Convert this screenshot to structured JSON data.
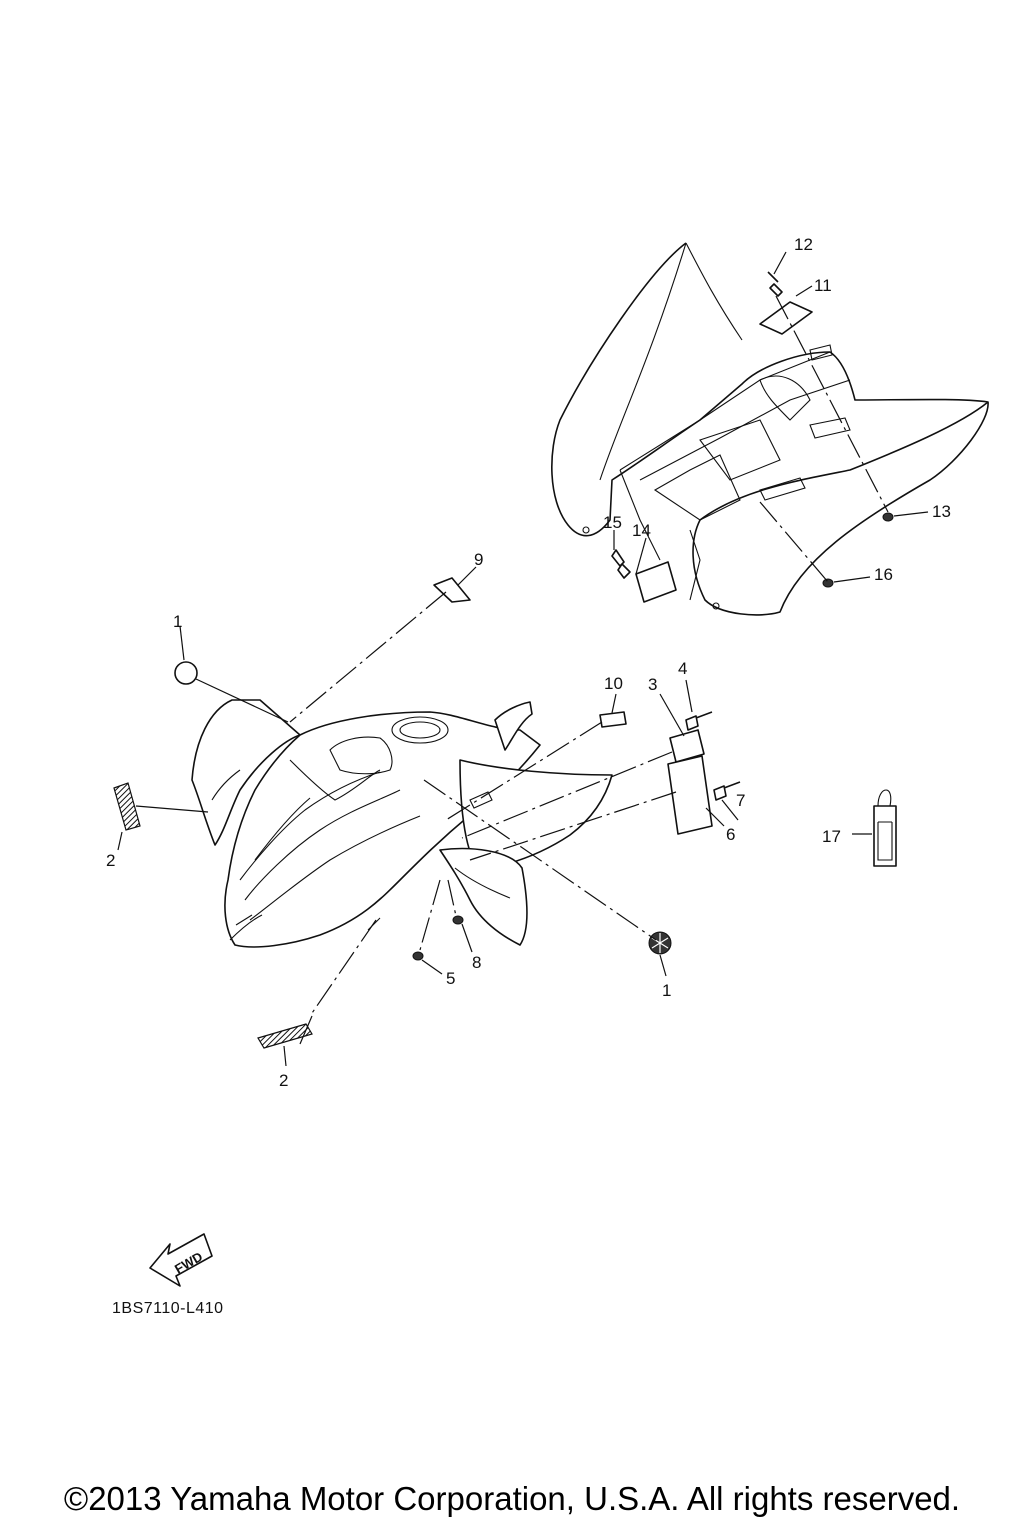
{
  "diagram": {
    "code": "1BS7110-L410",
    "copyright": "©2013 Yamaha Motor Corporation, U.S.A. All rights reserved.",
    "fwd_label": "FWD",
    "callouts": {
      "c1a": "1",
      "c1b": "1",
      "c2a": "2",
      "c2b": "2",
      "c3": "3",
      "c4": "4",
      "c5": "5",
      "c6": "6",
      "c7": "7",
      "c8": "8",
      "c9": "9",
      "c10": "10",
      "c11": "11",
      "c12": "12",
      "c13": "13",
      "c14": "14",
      "c15": "15",
      "c16": "16",
      "c17": "17"
    }
  }
}
